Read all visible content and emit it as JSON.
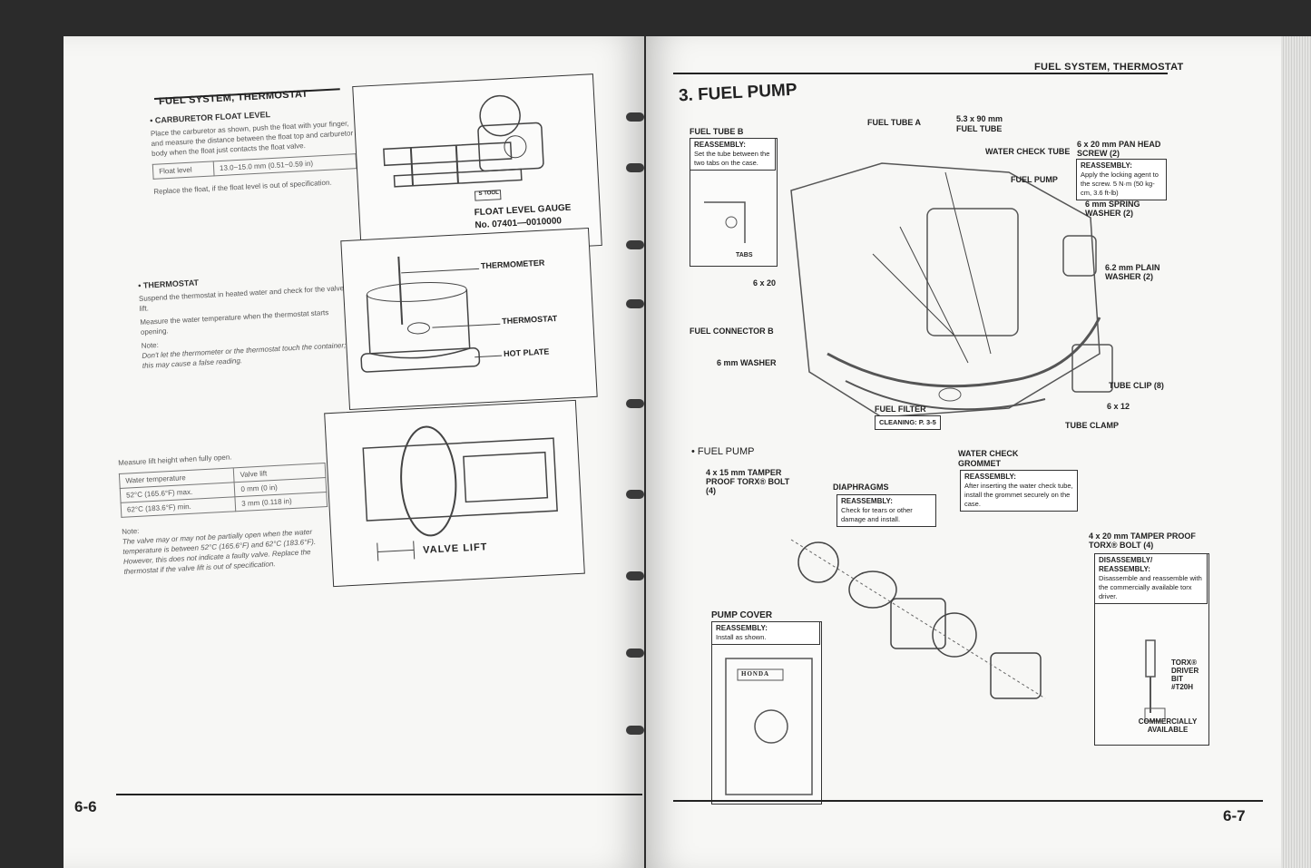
{
  "left_page": {
    "header": "FUEL SYSTEM, THERMOSTAT",
    "carb": {
      "title": "• CARBURETOR FLOAT LEVEL",
      "text": "Place the carburetor as shown, push the float with your finger, and measure the distance between the float top and carburetor body when the float just contacts the float valve.",
      "table_label": "Float level",
      "table_value": "13.0~15.0 mm (0.51~0.59 in)",
      "replace": "Replace the float, if the float level is out of specification.",
      "tool_tag": "S TOOL",
      "gauge_label": "FLOAT LEVEL GAUGE",
      "gauge_no": "No. 07401—0010000"
    },
    "thermostat": {
      "title": "• THERMOSTAT",
      "text1": "Suspend the thermostat in heated water and check for the valve lift.",
      "text2": "Measure the water temperature when the thermostat starts opening.",
      "note_title": "Note:",
      "note_text": "Don't let the thermometer or the thermostat touch the container; this may cause a false reading.",
      "label_thermometer": "THERMOMETER",
      "label_thermostat": "THERMOSTAT",
      "label_hotplate": "HOT PLATE"
    },
    "valve": {
      "measure": "Measure lift height when fully open.",
      "col1": "Water temperature",
      "col2": "Valve lift",
      "r1c1": "52°C (165.6°F) max.",
      "r1c2": "0 mm (0 in)",
      "r2c1": "62°C (183.6°F) min.",
      "r2c2": "3 mm (0.118 in)",
      "note_title": "Note:",
      "note_text": "The valve may or may not be partially open when the water temperature is between 52°C (165.6°F) and 62°C (183.6°F). However, this does not indicate a faulty valve. Replace the thermostat if the valve lift is out of specification.",
      "label_lift": "VALVE LIFT"
    },
    "page_no": "6-6"
  },
  "right_page": {
    "header": "FUEL SYSTEM, THERMOSTAT",
    "section_title": "3. FUEL PUMP",
    "tube_b": {
      "title": "FUEL TUBE B",
      "note_head": "REASSEMBLY:",
      "note_text": "Set the tube between the two tabs on the case.",
      "tabs": "TABS"
    },
    "fuel_tube_a": "FUEL TUBE A",
    "fuel_tube_size": "5.3 x 90 mm",
    "fuel_tube": "FUEL TUBE",
    "water_check_tube": "WATER CHECK TUBE",
    "fuel_pump": "FUEL PUMP",
    "pan_head": {
      "title1": "6 x 20 mm PAN HEAD",
      "title2": "SCREW (2)",
      "note_head": "REASSEMBLY:",
      "note_text": "Apply the locking agent to the screw. 5 N·m (50 kg-cm, 3.6 ft-lb)"
    },
    "spring_washer": "6 mm SPRING WASHER (2)",
    "plain_washer": "6.2 mm PLAIN WASHER (2)",
    "six_by_20": "6 x 20",
    "fuel_connector_b": "FUEL CONNECTOR B",
    "six_mm_washer": "6 mm WASHER",
    "tube_clip": "TUBE CLIP (8)",
    "six_by_12": "6 x 12",
    "tube_clamp": "TUBE CLAMP",
    "fuel_filter": "FUEL FILTER",
    "cleaning": "CLEANING: P. 3-5",
    "water_check_grommet": {
      "title1": "WATER CHECK",
      "title2": "GROMMET",
      "note_head": "REASSEMBLY:",
      "note_text": "After inserting the water check tube, install the grommet securely on the case."
    },
    "sub_title": "• FUEL PUMP",
    "torx_bolt_4x15": "4 x 15 mm TAMPER PROOF TORX® BOLT (4)",
    "diaphragms": {
      "title": "DIAPHRAGMS",
      "note_head": "REASSEMBLY:",
      "note_text": "Check for tears or other damage and install."
    },
    "torx_bolt_4x20": "4 x 20 mm TAMPER PROOF TORX® BOLT (4)",
    "disassembly": {
      "note_head": "DISASSEMBLY/ REASSEMBLY:",
      "note_text": "Disassemble and reassemble with the commercially available torx driver."
    },
    "torx_driver": "TORX® DRIVER BIT #T20H",
    "commercially": "COMMERCIALLY AVAILABLE",
    "pump_cover": {
      "title": "PUMP COVER",
      "note_head": "REASSEMBLY:",
      "note_text": "Install as shown.",
      "brand": "HONDA"
    },
    "page_no": "6-7"
  }
}
